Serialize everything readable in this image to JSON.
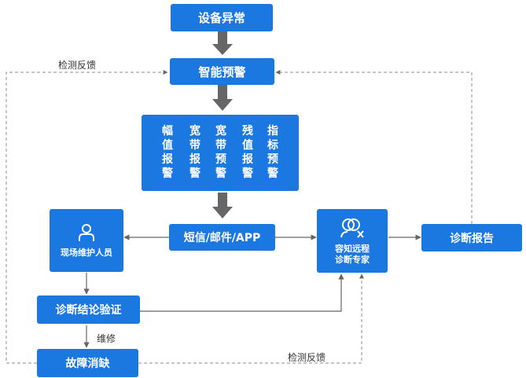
{
  "nodes": {
    "device_abnormal": "设备异常",
    "smart_warning": "智能预警",
    "warnings": [
      "幅值报警",
      "宽带报警",
      "宽带预警",
      "残值报警",
      "指标预警"
    ],
    "notify": "短信/邮件/APP",
    "field_staff": "现场维护人员",
    "remote_expert": [
      "容知远程",
      "诊断专家"
    ],
    "report": "诊断报告",
    "verify": "诊断结论验证",
    "fix": "故障消缺"
  },
  "labels": {
    "feedback_top": "检测反馈",
    "feedback_bottom": "检测反馈",
    "repair": "维修"
  },
  "colors": {
    "box": "#1a78e0",
    "arrow_gray": "#666666",
    "line": "#8c8c8c"
  },
  "icons": [
    "person-icon",
    "expert-icon"
  ]
}
